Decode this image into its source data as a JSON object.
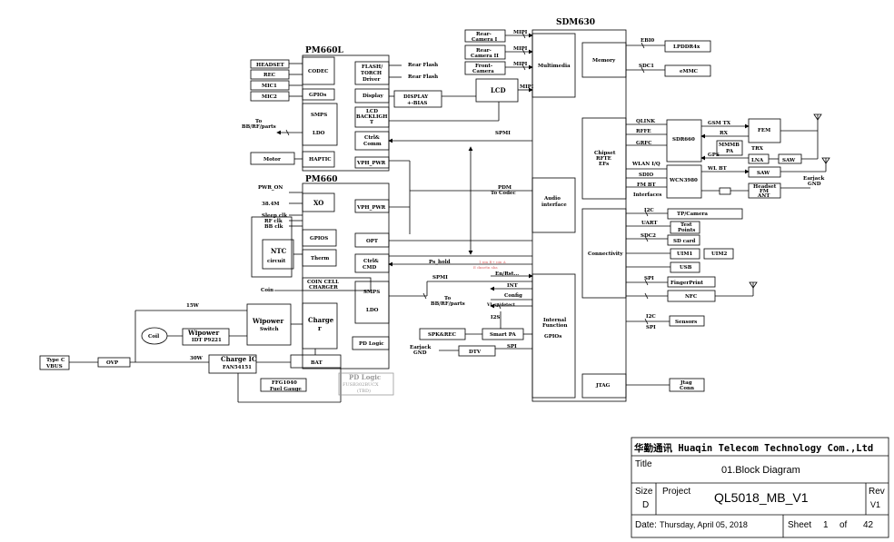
{
  "chips": {
    "sdm630": "SDM630",
    "pm660l": "PM660L",
    "pm660": "PM660"
  },
  "sdm_blocks": {
    "memory": "Memory",
    "multimedia": "Multimedia",
    "chipset_rfte": [
      "Chipset",
      "RFTE",
      "EFs"
    ],
    "audio": [
      "Audio",
      "interface"
    ],
    "connectivity": "Connectivity",
    "internal": [
      "Internal",
      "Function",
      "GPIOs"
    ],
    "jtag": "JTAG"
  },
  "pm660l": {
    "codec": "CODEC",
    "gpios": "GPIOs",
    "smps": "SMPS",
    "ldo": "LDO",
    "haptic": "HAPTIC",
    "flash": [
      "FLASH/",
      "TORCH",
      "Driver"
    ],
    "display": "Display",
    "lcd_backlight": [
      "LCD",
      "BACKLIGH",
      "T"
    ],
    "ctrl_comm": [
      "Ctrl&",
      "Comm"
    ],
    "vph_pwr": "VPH_PWR"
  },
  "pm660": {
    "xo": "XO",
    "vph_pwr": "VPH_PWR",
    "gpios": "GPIOS",
    "opt": "OPT",
    "therm": "Therm",
    "ctrl_cmd": [
      "Ctrl&",
      "CMD"
    ],
    "coin_cell": [
      "COIN CELL",
      "CHARGER"
    ],
    "smps": "SMPS",
    "ldo": "LDO",
    "charger": [
      "Charge",
      "r"
    ],
    "pd_logic": "PD Logic"
  },
  "left": {
    "headset": "HEADSET",
    "rec": "REC",
    "mic1": "MIC1",
    "mic2": "MIC2",
    "to_bb": [
      "To",
      "BB/RF/parts"
    ],
    "motor": "Motor",
    "pwr_on": "PWR_ON",
    "xtal": "38.4M",
    "sleep_clk": [
      "Sleep clk",
      "RF clk",
      "BB clk"
    ],
    "ntc": [
      "NTC",
      "circuit"
    ],
    "coin": "Coin",
    "w15": "15W",
    "coil": "Coil",
    "wipower_idt": [
      "Wipower",
      "IDT P9221"
    ],
    "wipower_switch": [
      "Wipower",
      "Switch"
    ],
    "w30": "30W",
    "charge_ic": [
      "Charge IC",
      "FAN54151"
    ],
    "bat": "BAT",
    "ffg": [
      "FFG1040",
      "Fuel Gauge"
    ],
    "type_c": [
      "Type C",
      "VBUS"
    ],
    "ovp": "OVP",
    "pd_logic2": [
      "PD Logic",
      "FUSB302BUCX",
      "(TBD)"
    ]
  },
  "middle": {
    "rear_cam1": [
      "Rear-",
      "Camera I"
    ],
    "rear_cam2": [
      "Rear-",
      "Camera II"
    ],
    "front_cam": [
      "Front-",
      "Camera"
    ],
    "mipi": "MIPI",
    "rear_flash": "Rear Flash",
    "display_bias": [
      "DISPLAY",
      "+-BIAS"
    ],
    "lcd": "LCD",
    "spmi": "SPMI",
    "pdm": [
      "PDM",
      "To Codec"
    ],
    "ps_hold": "Ps_hold",
    "spmi2": "SPMI",
    "to_bb2": [
      "To",
      "BB/RF/parts"
    ],
    "en_rst": "En/Rst...",
    "int": "INT",
    "config": "Config",
    "vi_sp": "VI_sp/detect",
    "i2s": "I2S",
    "spk_rec": "SPK&REC",
    "smart_pa": "Smart PA",
    "earjack": [
      "Earjack",
      "GND"
    ],
    "dtv": "DTV",
    "spi": "SPI",
    "red_note": [
      "1 pin B+ pin A",
      "E dnsr8n sba"
    ]
  },
  "right": {
    "ebi0": "EBI0",
    "sdc1": "SDC1",
    "lpddr": "LPDDR4x",
    "emmc": "eMMC",
    "qlink": "QLINK",
    "rffe": "RFFE",
    "grfc": "GRFC",
    "sdr660": "SDR660",
    "gsm_tx": "GSM TX",
    "rx": "RX",
    "gps": "GPS",
    "mmmb_pa": [
      "MMMB",
      "PA"
    ],
    "fem": "FEM",
    "trx": "TRX",
    "lna": "LNA",
    "saw1": "SAW",
    "wlan_iq": "WLAN I/Q",
    "sdio": "SDIO",
    "fm_bt": "FM BT",
    "interfaces": "Interfaces",
    "wcn3980": "WCN3980",
    "wl_bt": "WL BT",
    "saw2": "SAW",
    "earjack_gnd": [
      "Earjack",
      "GND"
    ],
    "headset_fm": [
      "Headset",
      "FM",
      "ANT"
    ],
    "i2c1": "I2C",
    "uart": "UART",
    "sdc2": "SDC2",
    "spi1": "SPI",
    "tp_camera": "TP/Camera",
    "test_points": [
      "Test",
      "Points"
    ],
    "sd_card": "SD card",
    "uim1": "UIM1",
    "uim2": "UIM2",
    "usb": "USB",
    "fingerprint": "FingerPrint",
    "nfc": "NFC",
    "i2c2": "I2C",
    "spi2": "SPI",
    "sensors": "Sensors",
    "jtag_conn": [
      "Jtag",
      "Conn"
    ]
  },
  "title_block": {
    "company": "华勤通讯 Huaqin Telecom Technology Com.,Ltd",
    "title_label": "Title",
    "title_value": "01.Block Diagram",
    "size_label": "Size",
    "size_value": "D",
    "project_label": "Project",
    "project_value": "QL5018_MB_V1",
    "rev_label": "Rev",
    "rev_value": "V1",
    "date_label": "Date:",
    "date_value": "Thursday, April 05, 2018",
    "sheet_label": "Sheet",
    "sheet_value": "1",
    "of_label": "of",
    "total_value": "42"
  }
}
